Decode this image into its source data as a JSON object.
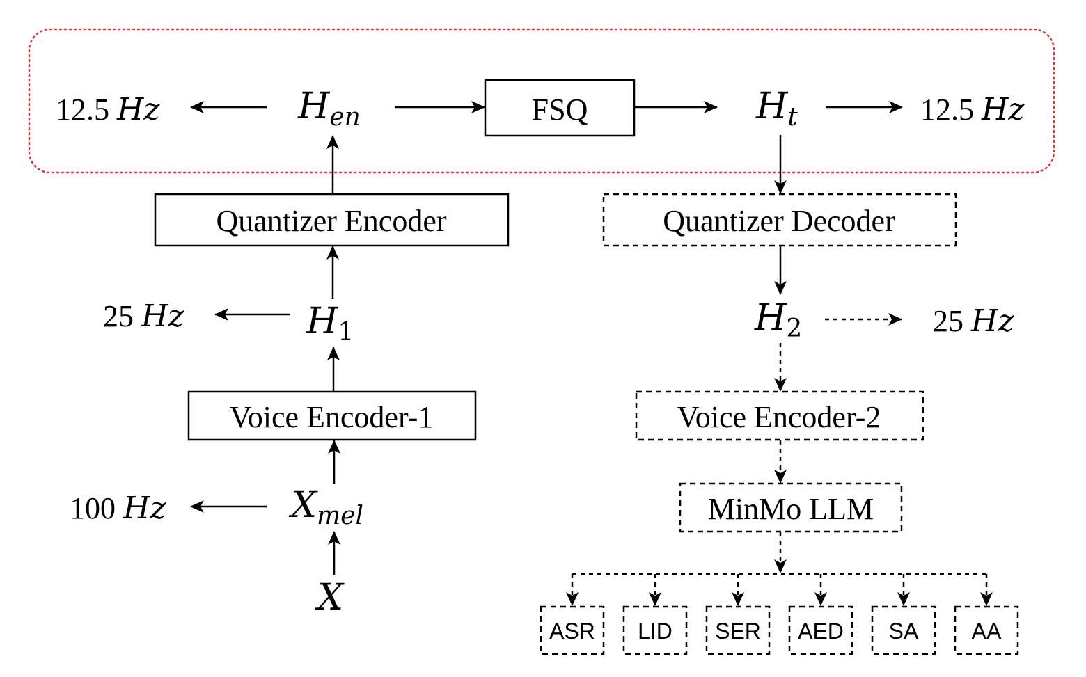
{
  "region": {
    "border_color": "#e8313a"
  },
  "top_left_rate": {
    "value": "12.5",
    "unit": "Hz"
  },
  "top_right_rate": {
    "value": "12.5",
    "unit": "Hz"
  },
  "mid_left_rate": {
    "value": "25",
    "unit": "Hz"
  },
  "mid_right_rate": {
    "value": "25",
    "unit": "Hz"
  },
  "bottom_left_rate": {
    "value": "100",
    "unit": "Hz"
  },
  "symbols": {
    "h_en": {
      "base": "H",
      "sub": "en"
    },
    "h_t": {
      "base": "H",
      "sub": "t"
    },
    "h_1": {
      "base": "H",
      "sub": "1"
    },
    "h_2": {
      "base": "H",
      "sub": "2"
    },
    "x_mel": {
      "base": "X",
      "sub": "mel"
    },
    "x": {
      "base": "X"
    }
  },
  "boxes": {
    "fsq": "FSQ",
    "quantizer_encoder": "Quantizer Encoder",
    "quantizer_decoder": "Quantizer Decoder",
    "voice_encoder_1": "Voice Encoder-1",
    "voice_encoder_2": "Voice Encoder-2",
    "minmo_llm": "MinMo LLM"
  },
  "tasks": [
    "ASR",
    "LID",
    "SER",
    "AED",
    "SA",
    "AA"
  ]
}
